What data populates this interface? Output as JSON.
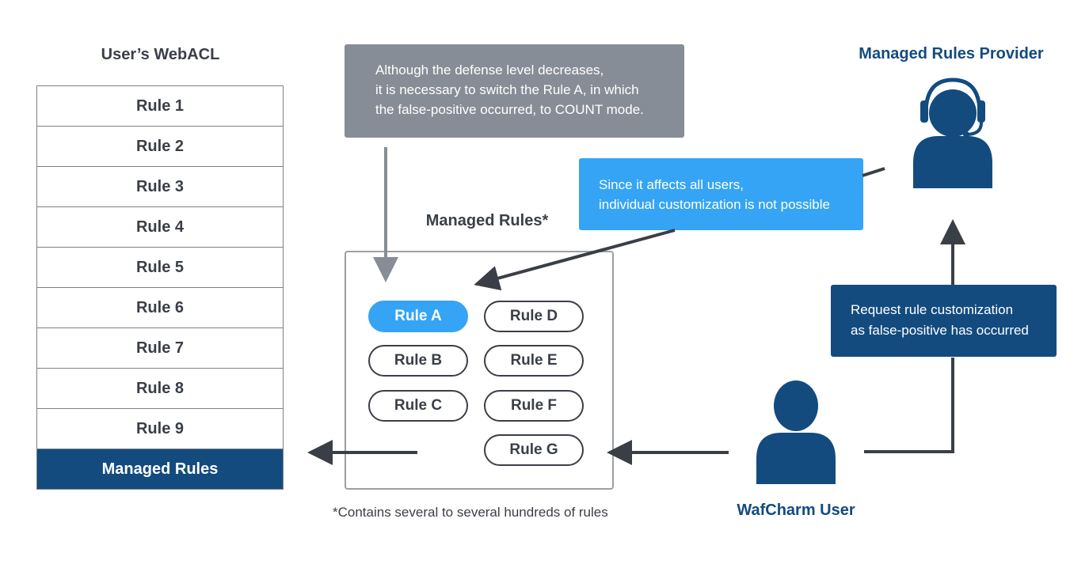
{
  "webacl": {
    "title": "User’s WebACL",
    "rules": [
      "Rule 1",
      "Rule 2",
      "Rule 3",
      "Rule 4",
      "Rule 5",
      "Rule 6",
      "Rule 7",
      "Rule 8",
      "Rule 9"
    ],
    "managed_rules_label": "Managed Rules"
  },
  "notes": {
    "gray": [
      "Although the defense level decreases,",
      "it is necessary to switch the Rule A, in which",
      "the false-positive occurred, to COUNT mode."
    ],
    "blue": [
      "Since it affects all users,",
      "individual customization is not possible"
    ],
    "navy": [
      "Request rule customization",
      "as false-positive has occurred"
    ]
  },
  "managed_rules": {
    "title": "Managed Rules*",
    "left_column": [
      "Rule A",
      "Rule B",
      "Rule C"
    ],
    "right_column": [
      "Rule D",
      "Rule E",
      "Rule F",
      "Rule G"
    ],
    "footnote": "*Contains several to several hundreds of rules"
  },
  "actors": {
    "provider": "Managed Rules Provider",
    "user": "WafCharm User"
  },
  "colors": {
    "navy": "#134b7f",
    "blue": "#35a4f5",
    "gray": "#878d96",
    "text": "#3a3f47"
  }
}
